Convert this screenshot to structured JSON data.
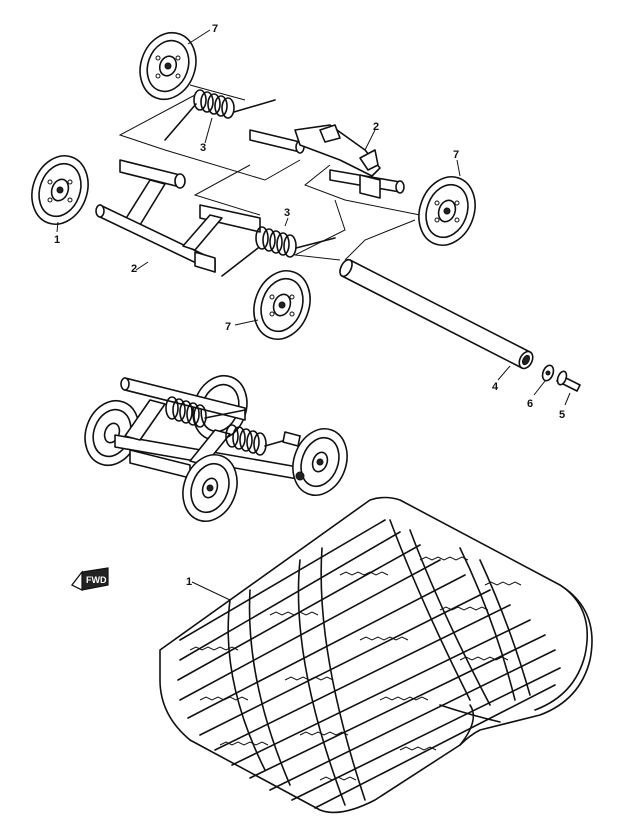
{
  "callouts": {
    "drive_wheel_top": "7",
    "spring_upper": "3",
    "arm_upper": "2",
    "wheel_right": "7",
    "wheel_left": "1",
    "arm_lower": "2",
    "spring_lower": "3",
    "wheel_bottom": "7",
    "shaft": "4",
    "washer": "6",
    "pin": "5",
    "track": "1"
  },
  "forward_arrow": {
    "label": "FWD"
  },
  "colors": {
    "ink": "#111111",
    "paper": "#ffffff"
  }
}
